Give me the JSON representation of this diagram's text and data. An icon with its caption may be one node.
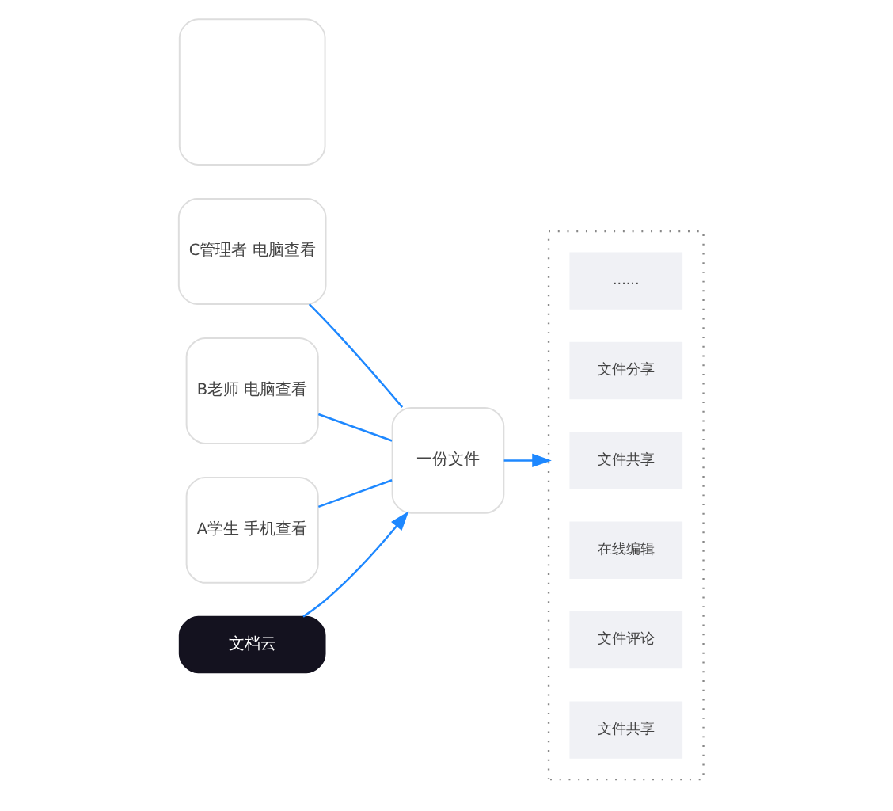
{
  "diagram": {
    "nodes": [
      {
        "text": [],
        "shape": "box"
      },
      {
        "text": [
          "文档云"
        ]
      },
      {
        "text": [
          "A学生 手机查看"
        ]
      },
      {
        "text": [
          "B老师 电脑查看"
        ]
      },
      {
        "text": [
          "C管理者 电脑查看"
        ]
      },
      {
        "text": [
          "一份文件"
        ]
      },
      {
        "text": [],
        "shape": "box"
      },
      {
        "text": [
          "文件共享"
        ],
        "in": 6
      },
      {
        "text": [
          "文件评论"
        ],
        "in": 6
      },
      {
        "text": [
          "在线编辑"
        ],
        "in": 6
      },
      {
        "text": [
          "文件共享"
        ],
        "in": 6
      },
      {
        "text": [
          "文件分享"
        ],
        "in": 6
      },
      {
        "text": [
          "......"
        ],
        "in": 6
      }
    ],
    "edges": [
      {
        "from": 1,
        "to": 5,
        "arrow": "to"
      },
      {
        "from": 2,
        "to": 5,
        "arrow": "none"
      },
      {
        "from": 3,
        "to": 5,
        "arrow": "none"
      },
      {
        "from": 4,
        "to": 5,
        "arrow": "none"
      },
      {
        "from": 5,
        "to": 6,
        "arrow": "to"
      }
    ]
  }
}
